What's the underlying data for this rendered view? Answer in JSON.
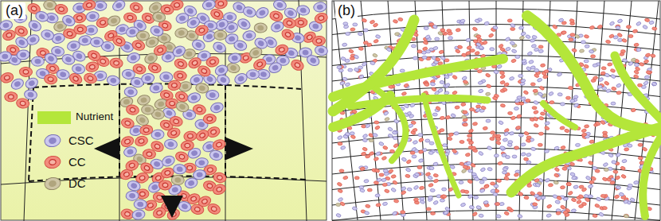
{
  "diagram": {
    "labels": [
      "(a)",
      "(b)"
    ],
    "legend": [
      {
        "text": "Nutrient",
        "color": "#b4e63a"
      },
      {
        "text": "CSC"
      },
      {
        "text": "CC"
      },
      {
        "text": "DC"
      }
    ]
  }
}
